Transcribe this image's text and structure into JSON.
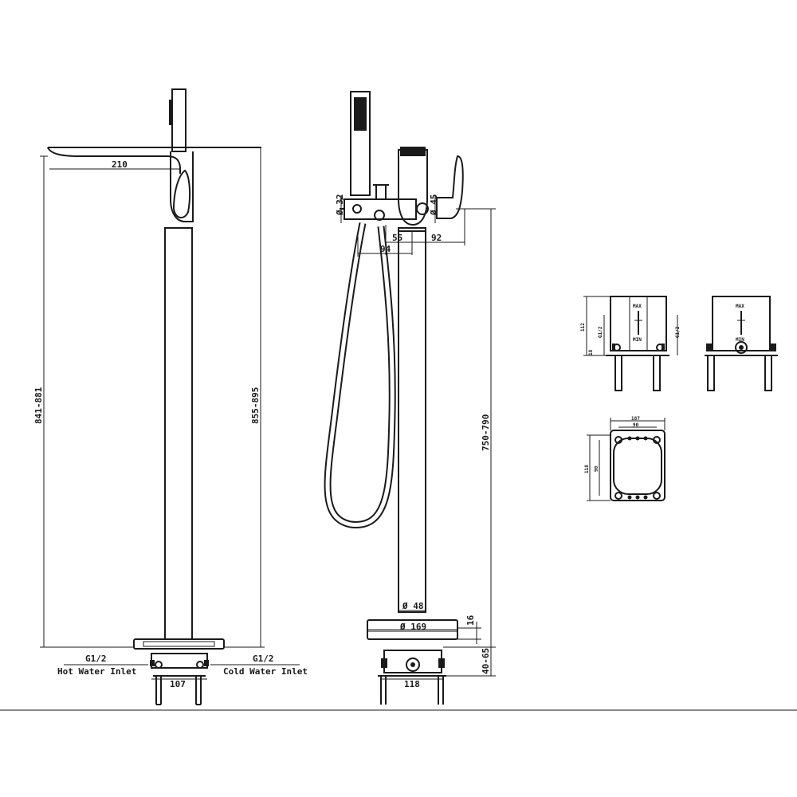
{
  "side_view": {
    "spout_length": "210",
    "total_height": "841-881",
    "spout_height": "855-895",
    "hot_inlet_size": "G1/2",
    "hot_inlet_label": "Hot Water Inlet",
    "cold_inlet_size": "G1/2",
    "cold_inlet_label": "Cold Water Inlet",
    "inlet_spacing": "107"
  },
  "front_view": {
    "hand_shower_dia": "Ø 32",
    "handle_dia": "Ø 45",
    "dim_55": "55",
    "dim_92": "92",
    "dim_94": "94",
    "mount_height": "750-790",
    "column_dia": "Ø 48",
    "base_dia": "Ø 169",
    "base_thickness": "16",
    "rough_in_depth": "40-65",
    "box_width": "118"
  },
  "box_side_view": {
    "height": "112",
    "thread_left": "G1/2",
    "thread_right": "G1/2",
    "offset": "18",
    "max_label": "MAX",
    "min_label": "MIN"
  },
  "box_back_view": {
    "max_label": "MAX",
    "min_label": "MIN"
  },
  "box_top_view": {
    "outer_width": "187",
    "inner_width": "90",
    "outer_height": "118",
    "inner_height": "90"
  }
}
